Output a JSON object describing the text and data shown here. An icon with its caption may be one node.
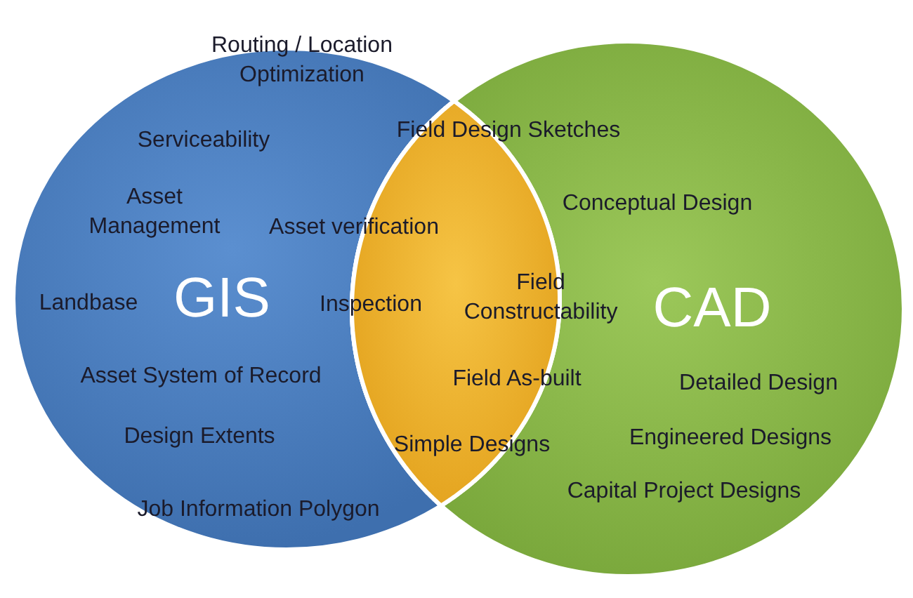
{
  "diagram": {
    "nodes": [
      {
        "text": [
          "GIS"
        ]
      },
      {
        "text": [
          "CAD"
        ]
      },
      {
        "text": [],
        "shape": "lens"
      }
    ],
    "labels": [
      "Routing / Location Optimization",
      "Serviceability",
      "Field Design Sketches",
      "Asset Management",
      "Asset verification",
      "Conceptual Design",
      "Landbase",
      "Inspection",
      "Field Constructability",
      "Asset System of Record",
      "Field As-built",
      "Detailed Design",
      "Design Extents",
      "Simple Designs",
      "Engineered Designs",
      "Capital Project Designs",
      "Job Information Polygon"
    ]
  }
}
